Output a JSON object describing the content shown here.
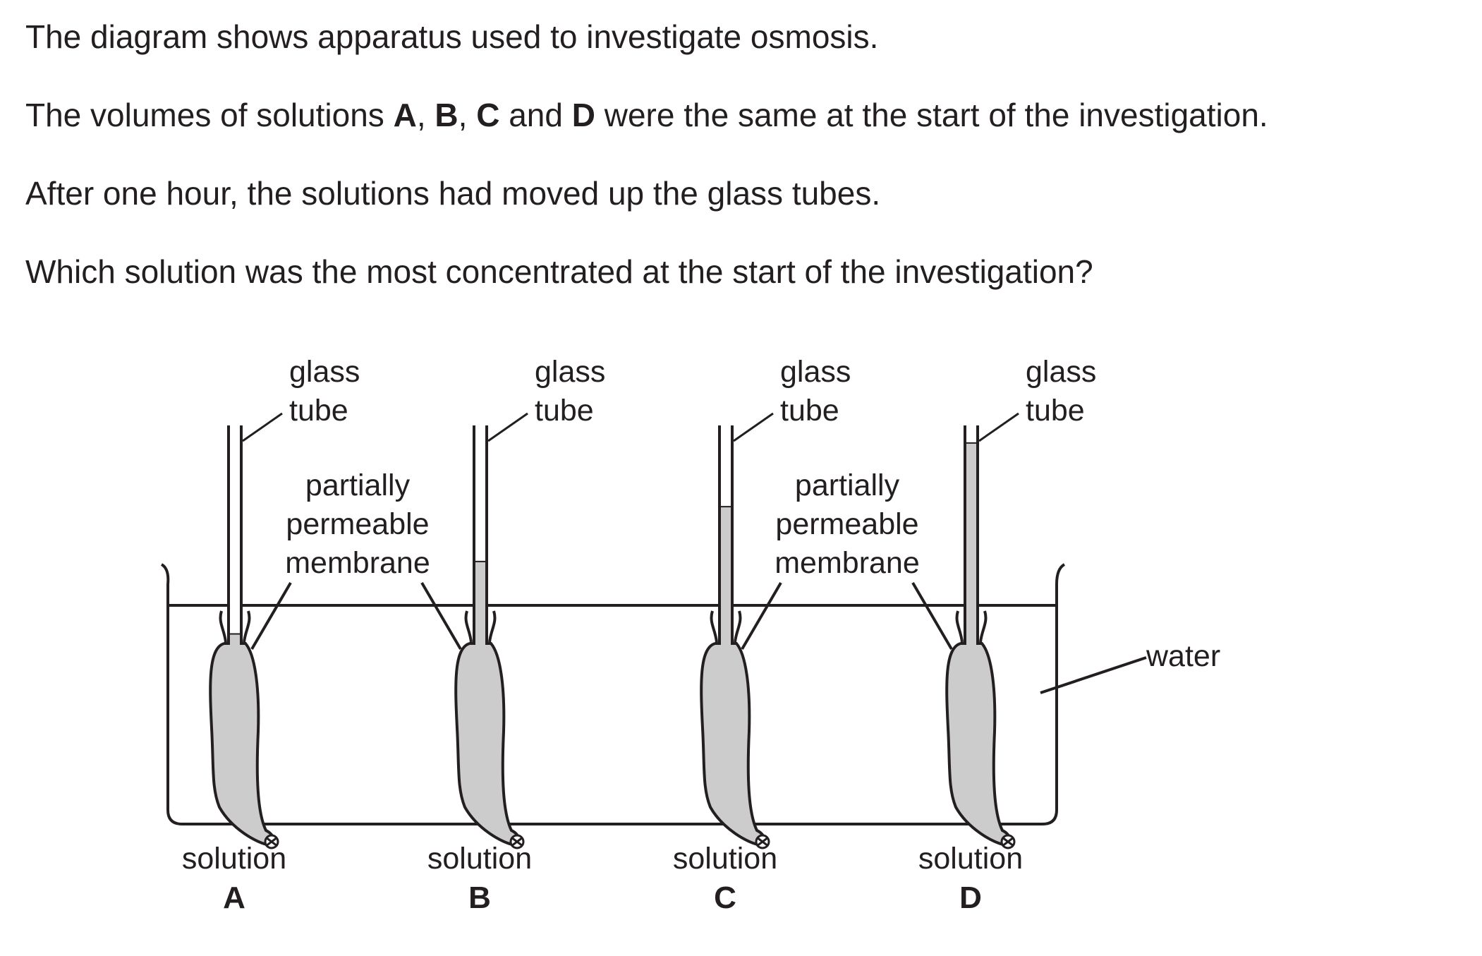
{
  "question": {
    "line1": "The diagram shows apparatus used to investigate osmosis.",
    "line2_pre": "The volumes of solutions ",
    "line2_a": "A",
    "line2_sep1": ", ",
    "line2_b": "B",
    "line2_sep2": ", ",
    "line2_c": "C",
    "line2_and": " and ",
    "line2_d": "D",
    "line2_post": " were the same at the start of the investigation.",
    "line3": "After one hour, the solutions had moved up the glass tubes.",
    "line4": "Which solution was the most concentrated at the start of the investigation?"
  },
  "diagram": {
    "colors": {
      "line": "#231f20",
      "solution_fill": "#cccccc"
    },
    "labels": {
      "glass": "glass",
      "tube": "tube",
      "partially": "partially",
      "permeable": "permeable",
      "membrane": "membrane",
      "water": "water",
      "solution": "solution"
    },
    "apparatus": [
      {
        "letter": "A",
        "solution_level_in_tube": 0.05
      },
      {
        "letter": "B",
        "solution_level_in_tube": 0.38
      },
      {
        "letter": "C",
        "solution_level_in_tube": 0.63
      },
      {
        "letter": "D",
        "solution_level_in_tube": 0.92
      }
    ]
  }
}
